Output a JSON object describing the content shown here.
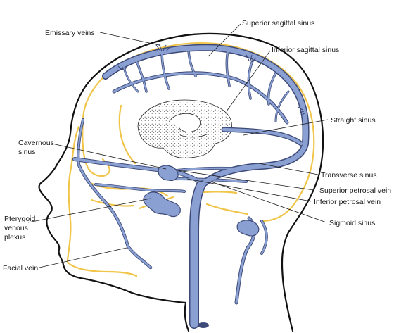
{
  "labels": {
    "emissary_veins": "Emissary veins",
    "superior_sagittal_sinus": "Superior sagittal sinus",
    "inferior_sagittal_sinus": "Inferior sagittal sinus",
    "straight_sinus": "Straight sinus",
    "cavernous_sinus_line1": "Cavernous",
    "cavernous_sinus_line2": "sinus",
    "transverse_sinus": "Transverse sinus",
    "superior_petrosal_vein": "Superior petrosal vein",
    "inferior_petrosal_vein": "Inferior petrosal vein",
    "sigmoid_sinus": "Sigmoid sinus",
    "pterygoid_line1": "Pterygoid",
    "pterygoid_line2": "venous",
    "pterygoid_line3": "plexus",
    "facial_vein": "Facial vein"
  },
  "colors": {
    "vein_fill": "#8a9fd2",
    "vein_outline": "#3d4a78",
    "skull_outline": "#f0c54a",
    "head_outline": "#111111",
    "text": "#1a1a1a"
  }
}
